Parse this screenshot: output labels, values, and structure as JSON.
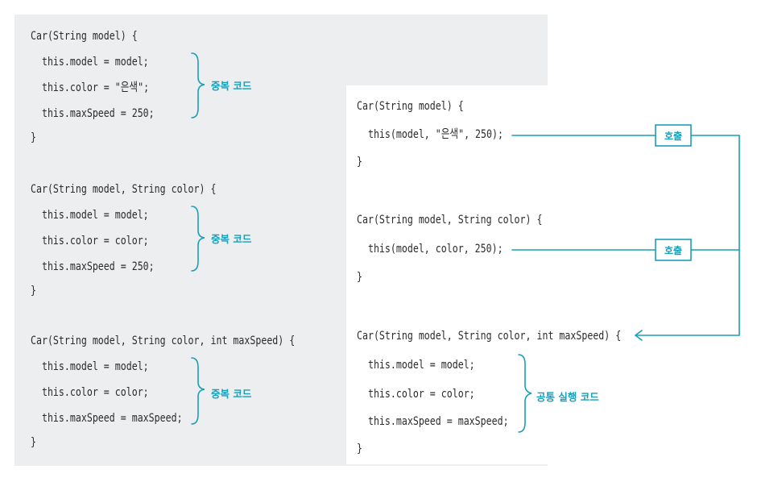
{
  "left": {
    "block1": {
      "line1": "Car(String model) {",
      "line2": "  this.model = model;",
      "line3": "  this.color = \"은색\";",
      "line4": "  this.maxSpeed = 250;",
      "line5": "}",
      "note": "중복 코드"
    },
    "block2": {
      "line1": "Car(String model, String color) {",
      "line2": "  this.model = model;",
      "line3": "  this.color = color;",
      "line4": "  this.maxSpeed = 250;",
      "line5": "}",
      "note": "중복 코드"
    },
    "block3": {
      "line1": "Car(String model, String color, int maxSpeed) {",
      "line2": "  this.model = model;",
      "line3": "  this.color = color;",
      "line4": "  this.maxSpeed = maxSpeed;",
      "line5": "}",
      "note": "중복 코드"
    }
  },
  "right": {
    "block1": {
      "line1": "Car(String model) {",
      "line2": "  this(model, \"은색\", 250);",
      "line3": "}",
      "call_label": "호출"
    },
    "block2": {
      "line1": "Car(String model, String color) {",
      "line2": "  this(model, color, 250);",
      "line3": "}",
      "call_label": "호출"
    },
    "block3": {
      "line1": "Car(String model, String color, int maxSpeed) {",
      "line2": "  this.model = model;",
      "line3": "  this.color = color;",
      "line4": "  this.maxSpeed = maxSpeed;",
      "line5": "}",
      "note": "공통 실행 코드"
    }
  },
  "colors": {
    "accent": "#1a9fb8",
    "panel": "#eceeef"
  }
}
